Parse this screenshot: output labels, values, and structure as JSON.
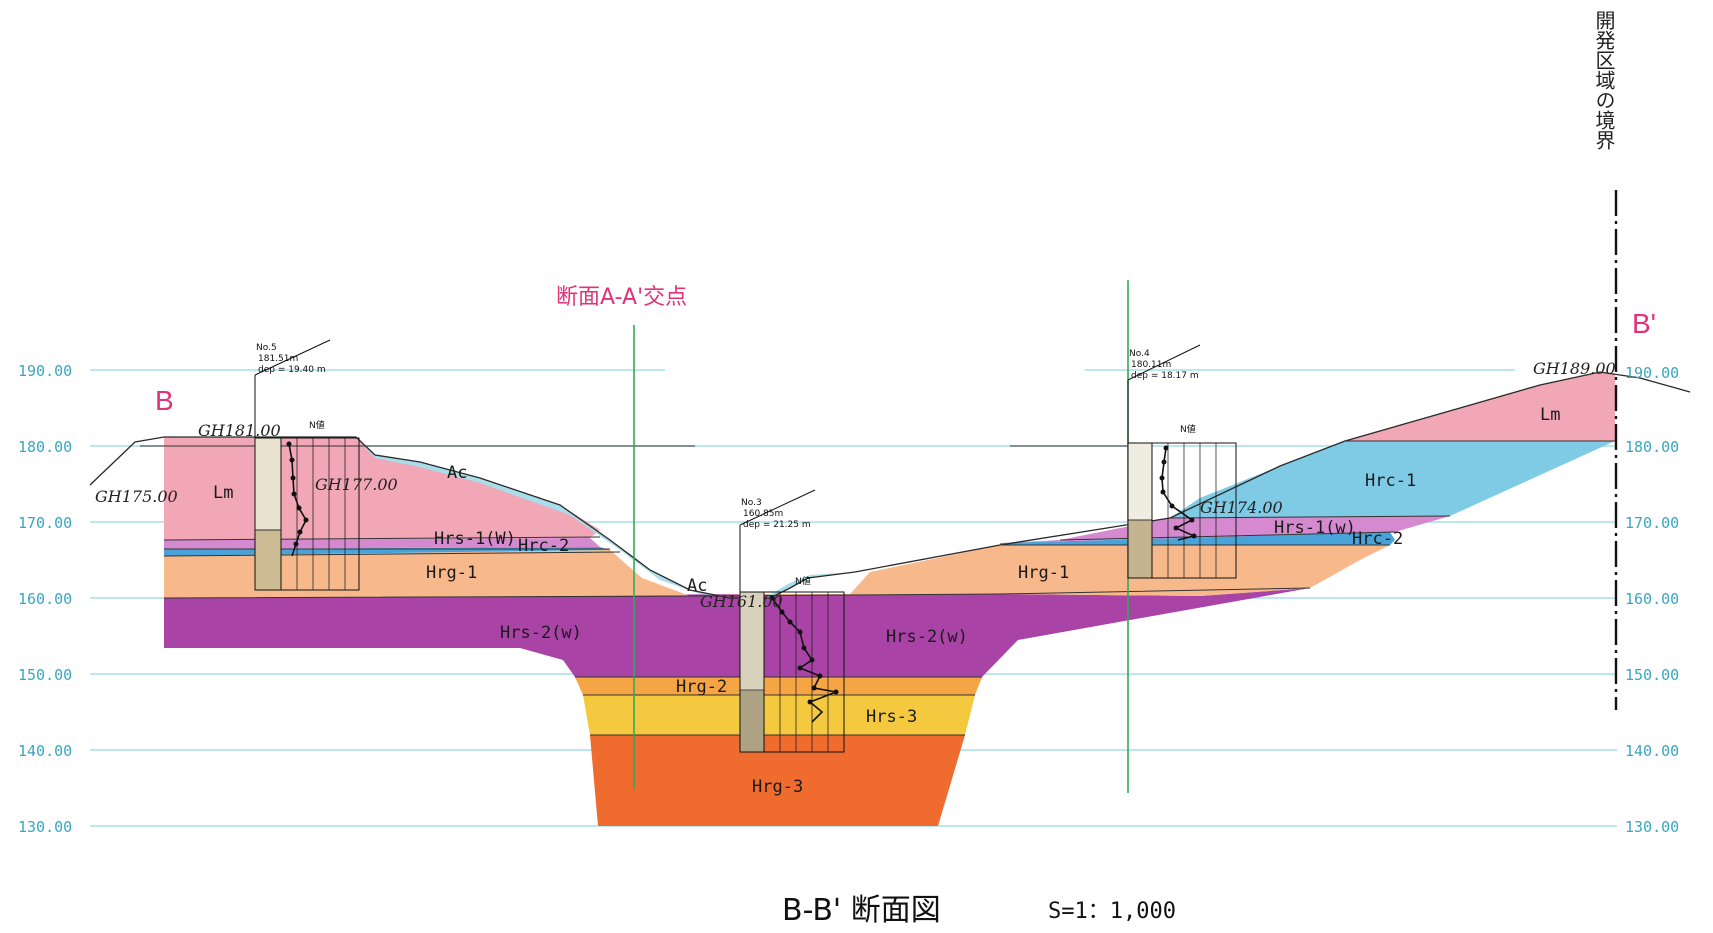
{
  "section_label": "断面A-A'交点",
  "point_left": "B",
  "point_right": "B'",
  "boundary_label": "開発区域の境界",
  "title": "B-B' 断面図",
  "scale": "S=1：1,000",
  "elevations": [
    "190.00",
    "180.00",
    "170.00",
    "160.00",
    "150.00",
    "140.00",
    "130.00"
  ],
  "ground_heights": {
    "gh175": "GH175.00",
    "gh181": "GH181.00",
    "gh177": "GH177.00",
    "gh161": "GH161.00",
    "gh174": "GH174.00",
    "gh189": "GH189.00"
  },
  "boreholes": {
    "no5": {
      "name": "No.5",
      "elev": "181.51m",
      "dep": "dep = 19.40 m"
    },
    "no3": {
      "name": "No.3",
      "elev": "160.85m",
      "dep": "dep = 21.25 m"
    },
    "no4": {
      "name": "No.4",
      "elev": "180.11m",
      "dep": "dep = 18.17 m"
    }
  },
  "n_value_label": "N値",
  "layers": {
    "lm_left": "Lm",
    "lm_right": "Lm",
    "ac_upper": "Ac",
    "ac_lower": "Ac",
    "hrs1w_left": "Hrs-1(W)",
    "hrc2_left": "Hrc-2",
    "hrg1_left": "Hrg-1",
    "hrg1_right": "Hrg-1",
    "hrs2w_left": "Hrs-2(w)",
    "hrs2w_right": "Hrs-2(w)",
    "hrg2": "Hrg-2",
    "hrs3": "Hrs-3",
    "hrg3": "Hrg-3",
    "hrc1": "Hrc-1",
    "hrs1w_right": "Hrs-1(w)",
    "hrc2_right": "Hrc-2"
  },
  "colors": {
    "Lm": "#f2a7b6",
    "Ac": "#a9dde9",
    "Hrc": "#7fcbe6",
    "Hrs1": "#d58ad0",
    "Hrg1": "#f7b98c",
    "Hrs2": "#a944a6",
    "Hrg2": "#f6a544",
    "Hrs3": "#f5c93f",
    "Hrg3": "#f06b2e",
    "elevation_line": "#a9dde9",
    "section_line": "#33aa55",
    "accent": "#e0337a"
  }
}
